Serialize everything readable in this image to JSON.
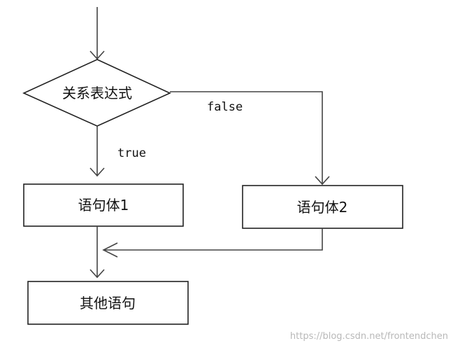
{
  "nodes": {
    "condition": "关系表达式",
    "statement1": "语句体1",
    "statement2": "语句体2",
    "other": "其他语句"
  },
  "edges": {
    "true_label": "true",
    "false_label": "false"
  },
  "watermark": "https://blog.csdn.net/frontendchen"
}
